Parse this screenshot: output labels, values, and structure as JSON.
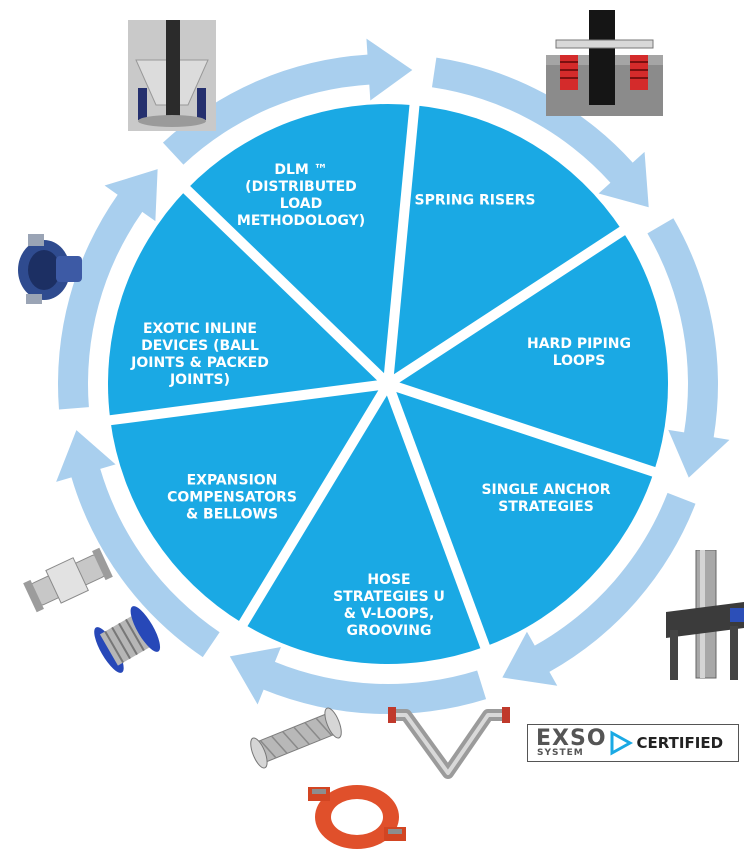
{
  "colors": {
    "segment": "#1aa9e4",
    "arrow": "#a9cfee",
    "divider": "#ffffff"
  },
  "segments": [
    {
      "label": "DLM ™\n(DISTRIBUTED\nLOAD\nMETHODOLOGY)"
    },
    {
      "label": "SPRING RISERS"
    },
    {
      "label": "HARD PIPING\nLOOPS"
    },
    {
      "label": "SINGLE ANCHOR\nSTRATEGIES"
    },
    {
      "label": "HOSE\nSTRATEGIES U\n& V-LOOPS,\nGROOVING"
    },
    {
      "label": "EXPANSION\nCOMPENSATORS\n& BELLOWS"
    },
    {
      "label": "EXOTIC INLINE\nDEVICES (BALL\nJOINTS & PACKED\nJOINTS)"
    }
  ],
  "images": [
    {
      "icon": "dlm-column-support-photo"
    },
    {
      "icon": "spring-riser-photo"
    },
    {
      "icon": "single-anchor-photo"
    },
    {
      "icon": "v-loop-hose-photo"
    },
    {
      "icon": "braided-hose-photo"
    },
    {
      "icon": "grooved-coupling-photo"
    },
    {
      "icon": "expansion-compensator-photo"
    },
    {
      "icon": "bellows-photo"
    },
    {
      "icon": "ball-joint-photo"
    }
  ],
  "badge": {
    "brand_top": "EXSO",
    "brand_bottom": "SYSTEM",
    "certified": "CERTIFIED"
  }
}
